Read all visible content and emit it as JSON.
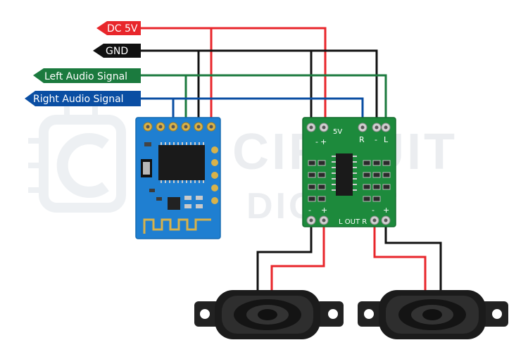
{
  "labels": {
    "dc5v": "DC 5V",
    "gnd": "GND",
    "left_audio": "Left Audio Signal",
    "right_audio": "Right Audio Signal"
  },
  "watermark": {
    "line1": "CIRCUIT",
    "line2": "DIGEST"
  },
  "amplifier": {
    "pin_minus": "-",
    "pin_plus": "+",
    "pin_5v": "5V",
    "pin_r": "R",
    "pin_g": "-",
    "pin_l": "L",
    "out_label": "L OUT R",
    "out_minus_l": "-",
    "out_plus_l": "+",
    "out_minus_r": "-",
    "out_plus_r": "+"
  },
  "colors": {
    "dc5v": "#e8262b",
    "gnd": "#111111",
    "left_audio": "#1b7a3e",
    "right_audio": "#0a4ea3",
    "bt_board": "#1f7fd1",
    "amp_board": "#1d8a3c"
  }
}
